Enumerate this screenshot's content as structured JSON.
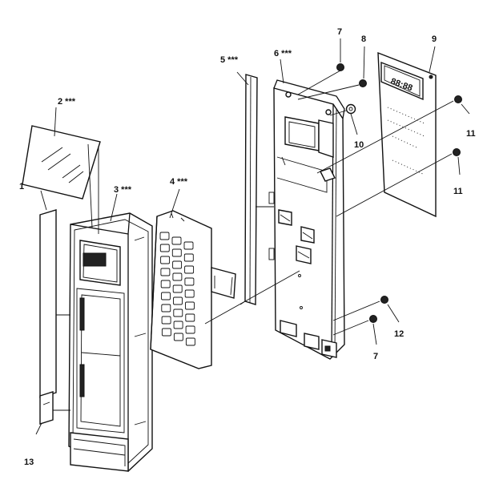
{
  "diagram": {
    "callouts": {
      "p1": "1",
      "p2": "2 ***",
      "p3": "3 ***",
      "p4": "4 ***",
      "p5": "5 ***",
      "p6": "6 ***",
      "p7a": "7",
      "p7b": "7",
      "p8": "8",
      "p9": "9",
      "p10": "10",
      "p11a": "11",
      "p11b": "11",
      "p12": "12",
      "p13": "13"
    },
    "display_readout": "88:88"
  }
}
